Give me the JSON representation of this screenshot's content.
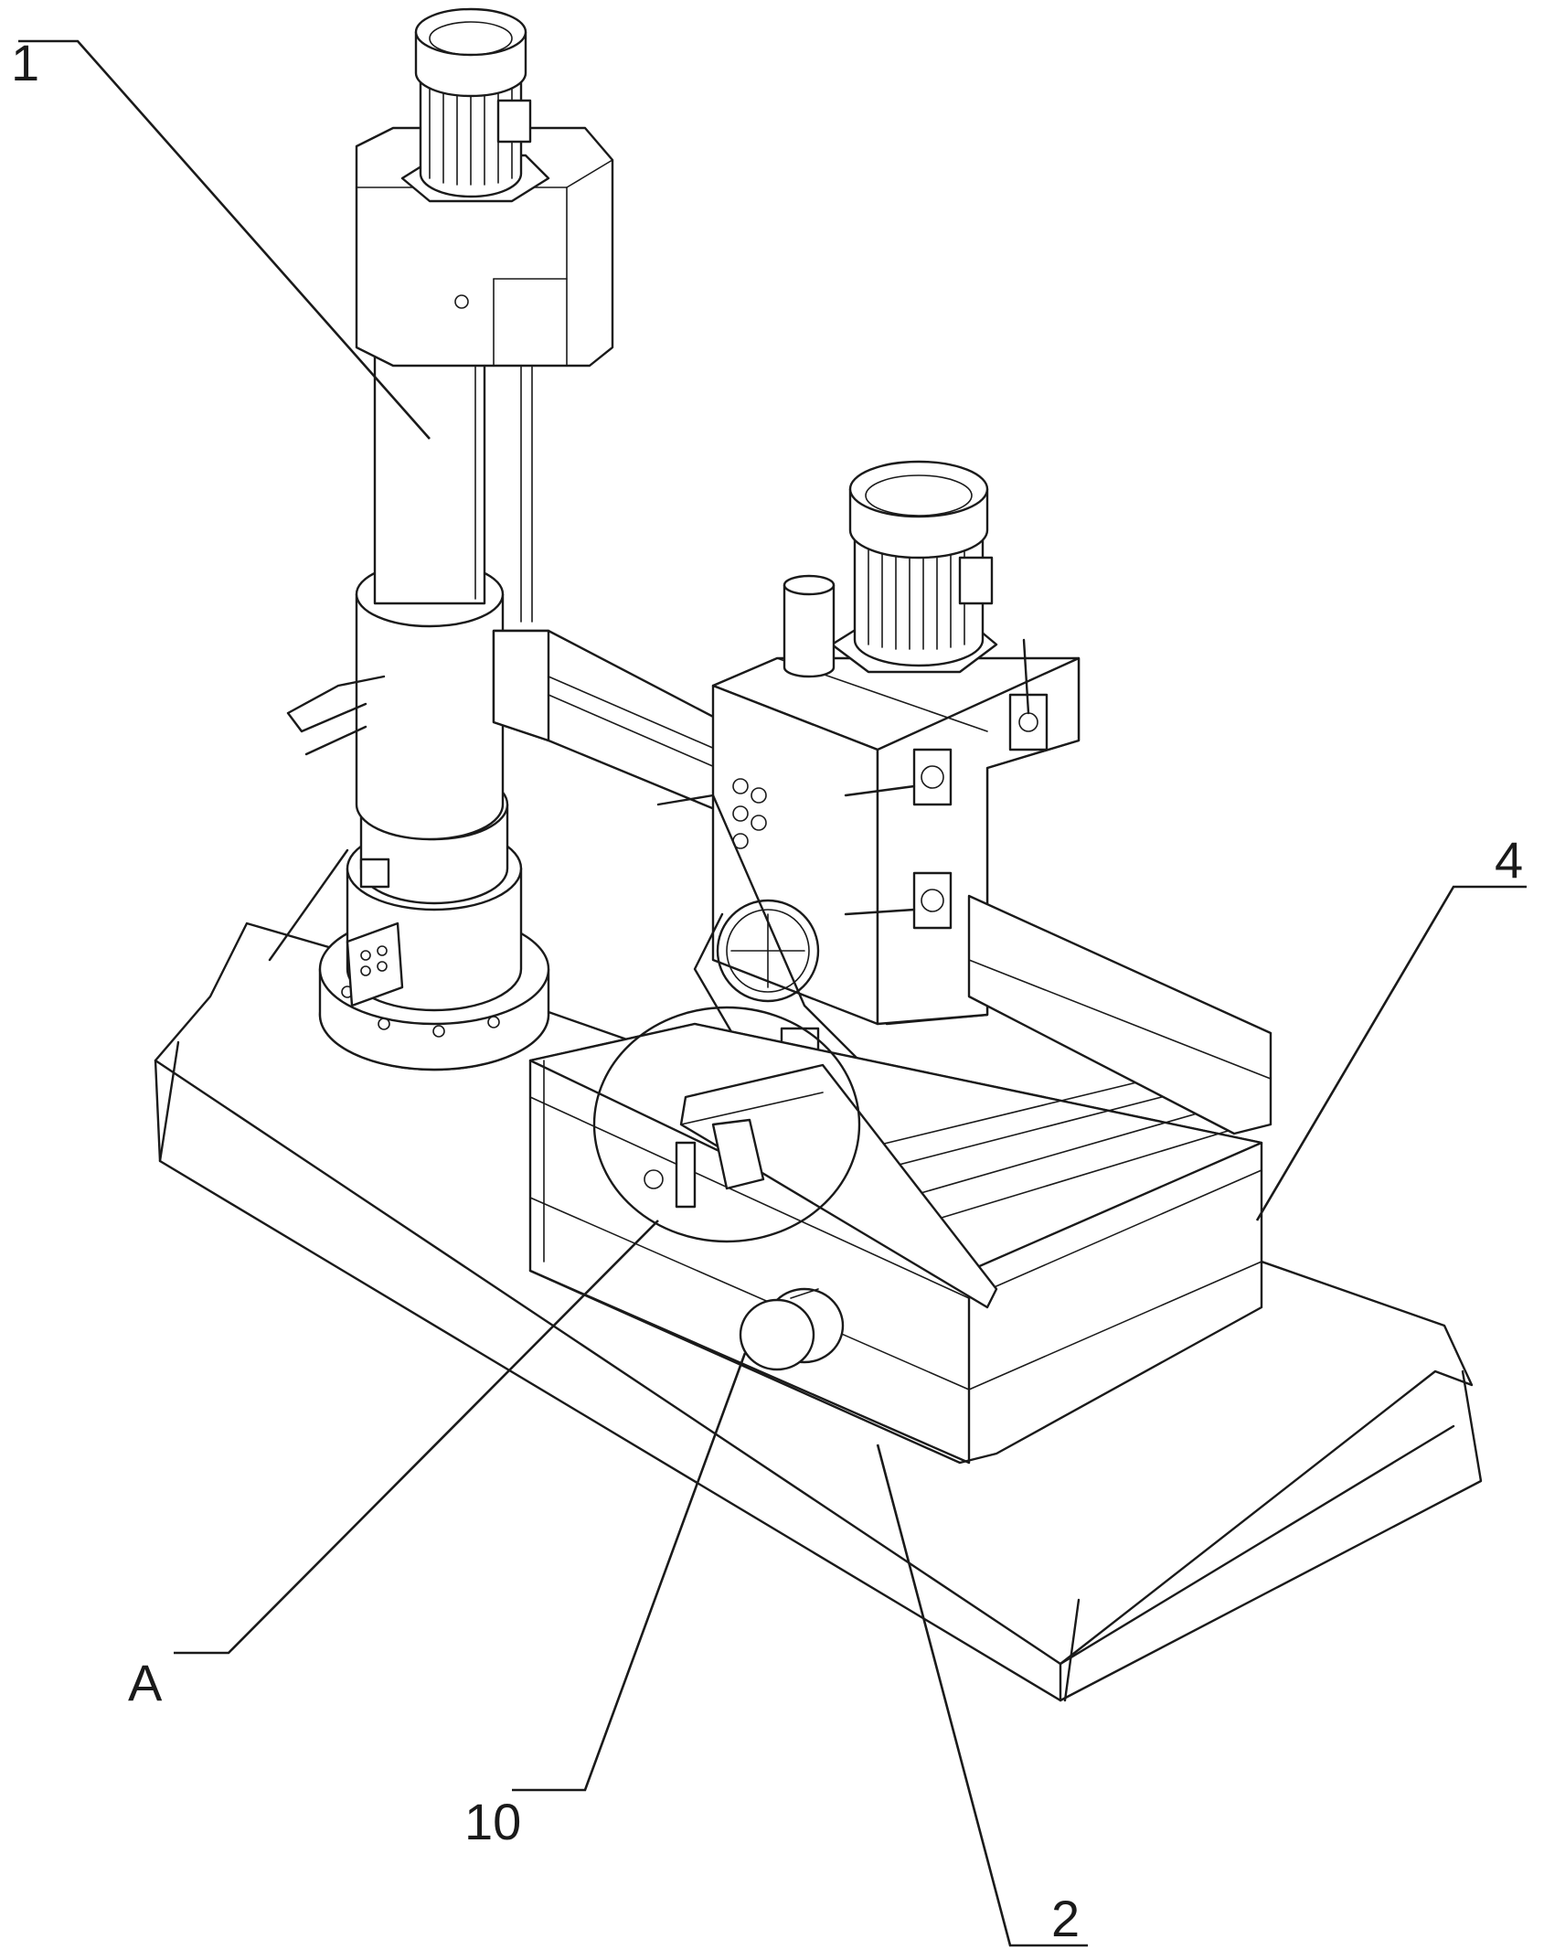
{
  "figure": {
    "callouts": [
      {
        "id": "label-1",
        "text": "1"
      },
      {
        "id": "label-4",
        "text": "4"
      },
      {
        "id": "label-A",
        "text": "A"
      },
      {
        "id": "label-10",
        "text": "10"
      },
      {
        "id": "label-2",
        "text": "2"
      }
    ],
    "colors": {
      "line": "#1a1a1a",
      "background": "#ffffff"
    }
  }
}
